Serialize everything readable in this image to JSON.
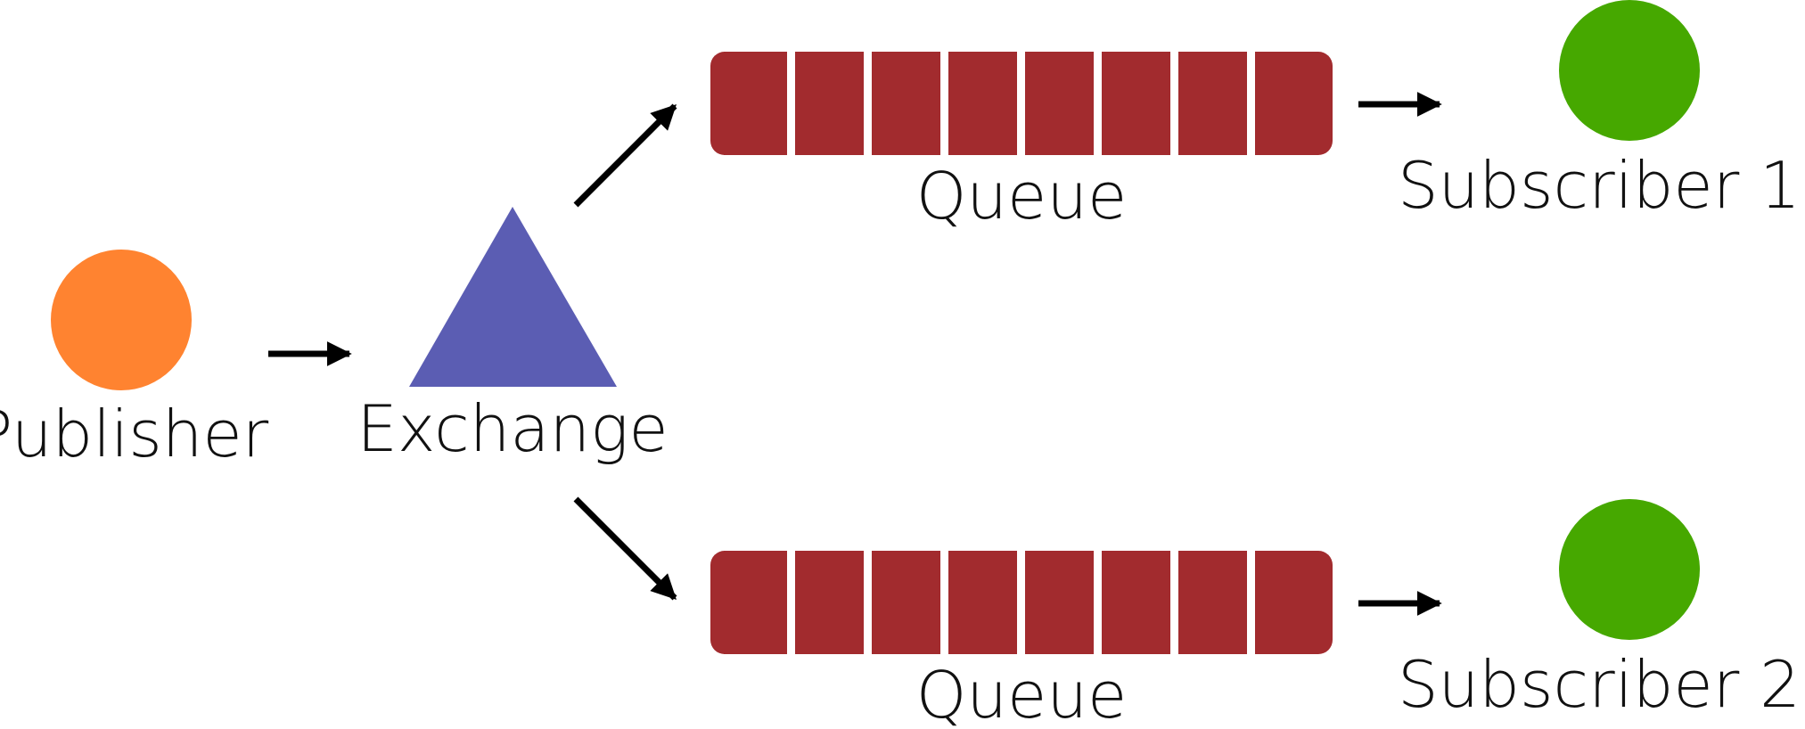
{
  "publisher": {
    "label": "Publisher",
    "color": "#ff8330"
  },
  "exchange": {
    "label": "Exchange",
    "color": "#5b5db3"
  },
  "queues": [
    {
      "label": "Queue",
      "color": "#a22b2e",
      "cells": 8
    },
    {
      "label": "Queue",
      "color": "#a22b2e",
      "cells": 8
    }
  ],
  "subscribers": [
    {
      "label": "Subscriber 1",
      "color": "#46a800"
    },
    {
      "label": "Subscriber 2",
      "color": "#46a800"
    }
  ],
  "arrow_color": "#000000"
}
